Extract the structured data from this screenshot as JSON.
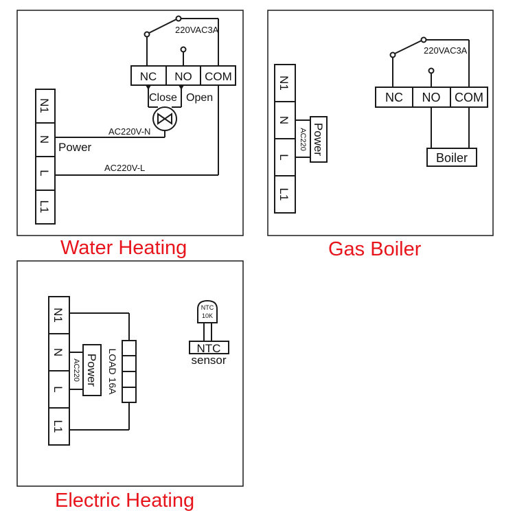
{
  "captions": {
    "water": "Water  Heating",
    "gas": "Gas Boiler",
    "electric": "Electric Heating"
  },
  "terminals": [
    "N1",
    "N",
    "L",
    "L1"
  ],
  "relay": {
    "rating": "220VAC3A",
    "nc": "NC",
    "no": "NO",
    "com": "COM"
  },
  "water": {
    "valve_close": "Close",
    "valve_open": "Open",
    "power": "Power",
    "neutral_wire": "AC220V-N",
    "live_wire": "AC220V-L"
  },
  "gas": {
    "power": "Power",
    "power_voltage": "AC220",
    "boiler": "Boiler"
  },
  "electric": {
    "power": "Power",
    "power_voltage": "AC220",
    "load": "LOAD 16A",
    "ntc_line1": "NTC",
    "ntc_line2": "10K",
    "ntc_label": "NTC",
    "sensor_label": "sensor"
  },
  "colors": {
    "caption": "#e8141b",
    "line": "#1a1a1a"
  }
}
